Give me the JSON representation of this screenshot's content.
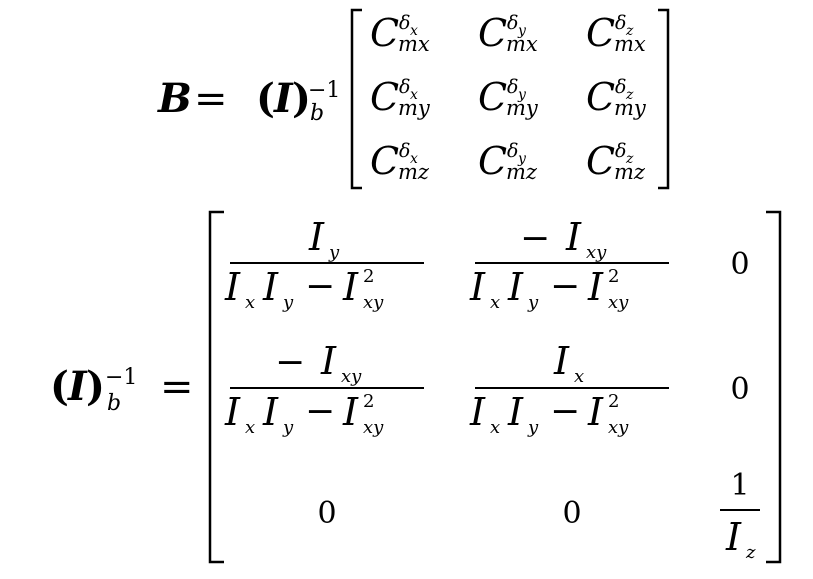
{
  "eq1": {
    "lhs_symbol": "B",
    "equals": "=",
    "inv_symbol": "I",
    "inv_open": "(",
    "inv_close": ")",
    "inv_sub": "b",
    "inv_sup": "−1",
    "matrix": [
      [
        {
          "base": "C",
          "sub": "mx",
          "sup_delta": "δ",
          "sup_var": "x"
        },
        {
          "base": "C",
          "sub": "mx",
          "sup_delta": "δ",
          "sup_var": "y"
        },
        {
          "base": "C",
          "sub": "mx",
          "sup_delta": "δ",
          "sup_var": "z"
        }
      ],
      [
        {
          "base": "C",
          "sub": "my",
          "sup_delta": "δ",
          "sup_var": "x"
        },
        {
          "base": "C",
          "sub": "my",
          "sup_delta": "δ",
          "sup_var": "y"
        },
        {
          "base": "C",
          "sub": "my",
          "sup_delta": "δ",
          "sup_var": "z"
        }
      ],
      [
        {
          "base": "C",
          "sub": "mz",
          "sup_delta": "δ",
          "sup_var": "x"
        },
        {
          "base": "C",
          "sub": "mz",
          "sup_delta": "δ",
          "sup_var": "y"
        },
        {
          "base": "C",
          "sub": "mz",
          "sup_delta": "δ",
          "sup_var": "z"
        }
      ]
    ]
  },
  "eq2": {
    "lhs_symbol": "I",
    "lhs_open": "(",
    "lhs_close": ")",
    "lhs_sub": "b",
    "lhs_sup": "−1",
    "equals": "=",
    "symbols": {
      "I": "I",
      "x": "x",
      "y": "y",
      "xy": "xy",
      "z": "z",
      "minus": "−",
      "one": "1",
      "zero": "0",
      "two": "2"
    }
  }
}
